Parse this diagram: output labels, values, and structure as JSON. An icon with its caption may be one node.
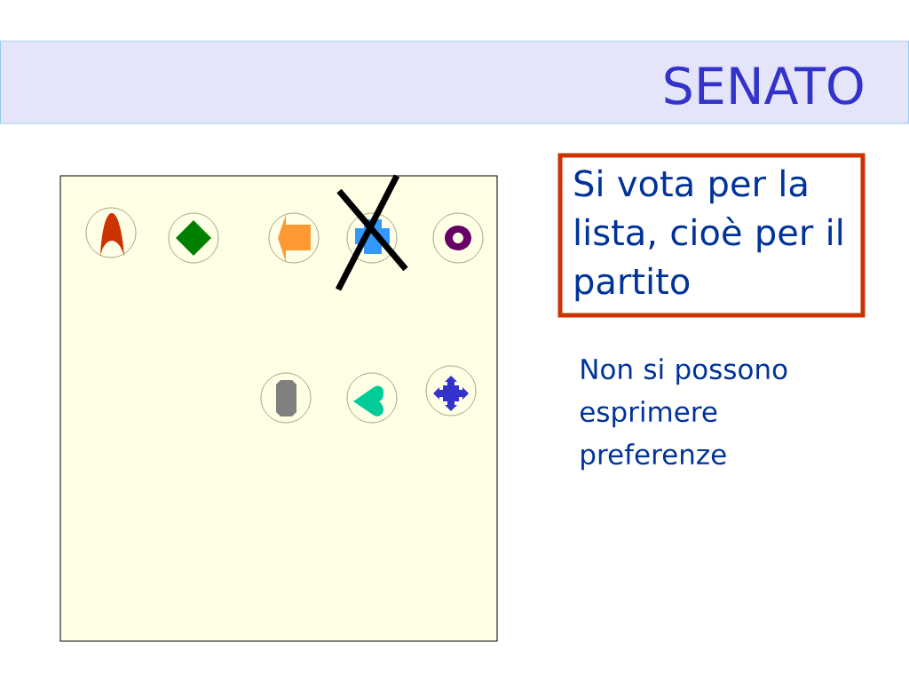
{
  "diagram": {
    "title": "SENATO",
    "nodes": [
      {
        "text": [],
        "shape": "box"
      },
      {
        "text": [],
        "shape": "circle",
        "in": 0
      },
      {
        "text": [],
        "shape": "circle",
        "in": 0
      },
      {
        "text": [],
        "shape": "circle",
        "in": 0
      },
      {
        "text": [],
        "shape": "circle",
        "in": 0
      },
      {
        "text": [],
        "shape": "circle",
        "in": 0
      },
      {
        "text": [],
        "shape": "circle",
        "in": 0
      },
      {
        "text": [],
        "shape": "circle",
        "in": 0
      },
      {
        "text": [],
        "shape": "circle",
        "in": 0
      },
      {
        "text": [
          "Si vota per la lista, cioè per il partito"
        ]
      }
    ],
    "labels": [
      "Non si possono esprimere preferenze"
    ]
  }
}
